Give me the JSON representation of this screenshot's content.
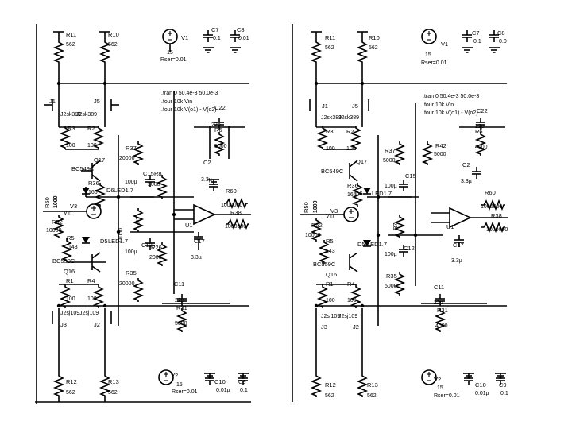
{
  "schematics": [
    {
      "r11": "R11",
      "r11v": "562",
      "r10": "R10",
      "r10v": "562",
      "v1": "V1",
      "v1v": "15",
      "v1r": "Rser=0.01",
      "c7": "C7",
      "c7v": "0.1",
      "c8": "C8",
      "c8v": "0.01",
      "j1": "J1",
      "j5": "J5",
      "jtop": "J2sk389",
      "jtop2": "J2sk389",
      "spice1": ".tran 0 50.4e-3 50.0e-3",
      "spice2": ".four 10k Vin",
      "spice3": ".four 10k V(o1) - V(o2)",
      "r3": "R3",
      "r3v": "100",
      "r2": "R2",
      "r2v": "100",
      "c22": "C22",
      "c22v": "22p",
      "r6": "R6",
      "r6v": "5000",
      "r37": "R37",
      "r37v": "20000",
      "q17": "Q17",
      "q17m": "BC549C",
      "c15": "C15",
      "c15v": "100µ",
      "r8": "R8",
      "r8v": "2000",
      "c2": "C2",
      "c2v": "3.3µ",
      "r36": "R36",
      "r36v": "165",
      "d6": "D6",
      "d6m": "LED1.7",
      "r60": "R60",
      "r60v": "1000000",
      "r50": "R50",
      "r50v": "1000",
      "v3": "V3",
      "vin": "Vin",
      "r52": "R52",
      "r52v": "10000",
      "r7": "R7",
      "r7v": "11000",
      "u1": "U1",
      "r38": "R38",
      "r38v": "1000000",
      "r5": "R5",
      "r5v": "143",
      "d5": "D5",
      "d5m": "LED1.7",
      "c12": "C12",
      "c12v": "100µ",
      "r26": "R26",
      "r26v": "2000",
      "c17": "C17",
      "c17v": "3.3µ",
      "q16m": "BC559C",
      "q16": "Q16",
      "r35": "R35",
      "r35v": "20000",
      "r1": "R1",
      "r1v": "100",
      "r4": "R4",
      "r4v": "100",
      "c11": "C11",
      "c11v": "22p",
      "r31": "R31",
      "r31v": "5000",
      "jbot": "J2sj109",
      "jbot2": "J2sj109",
      "j3": "J3",
      "j2": "J2",
      "v2": "V2",
      "v2v": "15",
      "v2r": "Rser=0.01",
      "c10": "C10",
      "c10v": "0.01µ",
      "c9": "C9",
      "c9v": "0.1",
      "r12": "R12",
      "r12v": "562",
      "r13": "R13",
      "r13v": "562"
    },
    {
      "r11": "R11",
      "r11v": "562",
      "r10": "R10",
      "r10v": "562",
      "v1": "V1",
      "v1v": "15",
      "v1r": "Rser=0.01",
      "c7": "C7",
      "c7v": "0.1",
      "c8": "C8",
      "c8v": "0.0",
      "j1": "J1",
      "j5": "J5",
      "jtop": "J2sk389",
      "jtop2": "J2sk389",
      "spice1": ".tran 0 50.4e-3 50.0e-3",
      "spice2": ".four 10k Vin",
      "spice3": ".four 10k V(o1) - V(o2)",
      "r3": "R3",
      "r3v": "100",
      "r2": "R2",
      "r2v": "100",
      "c22": "C22",
      "c22v": "22p",
      "r6": "R6",
      "r6v": "4000",
      "r37": "R37",
      "r37v": "5000",
      "r42": "R42",
      "r42v": "5000",
      "q17": "Q17",
      "q17m": "BC549C",
      "c15": "C15",
      "c15v": "100µ",
      "c2": "C2",
      "c2v": "3.3µ",
      "r36": "R36",
      "r36v": "165",
      "d6": "D6",
      "d6m": "LED1.7",
      "r60": "R60",
      "r60v": "1000000",
      "r50": "R50",
      "r50v": "1000",
      "v3": "V3",
      "vin": "Vin",
      "r52": "R52",
      "r52v": "10000",
      "r7": "R7",
      "u1": "U1",
      "r38": "R38",
      "r38v": "1000000",
      "r5": "R5",
      "r5v": "143",
      "d5": "D5",
      "d5m": "LED1.7",
      "c12": "C12",
      "c12v": "100µ",
      "c17": "C17",
      "c17v": "3.3µ",
      "q16m": "BC559C",
      "q16": "Q16",
      "r35": "R35",
      "r35v": "5000",
      "r1": "R1",
      "r1v": "100",
      "r4": "R4",
      "r4v": "100",
      "c11": "C11",
      "c11v": "22p",
      "r31": "R31",
      "r31v": "4000",
      "jbot": "J2sj109",
      "jbot2": "J2sj109",
      "j3": "J3",
      "j2": "J2",
      "v2": "V2",
      "v2v": "15",
      "v2r": "Rser=0.01",
      "c10": "C10",
      "c10v": "0.01µ",
      "c9": "C9",
      "c9v": "0.1",
      "r12": "R12",
      "r12v": "562",
      "r13": "R13",
      "r13v": "562"
    }
  ]
}
